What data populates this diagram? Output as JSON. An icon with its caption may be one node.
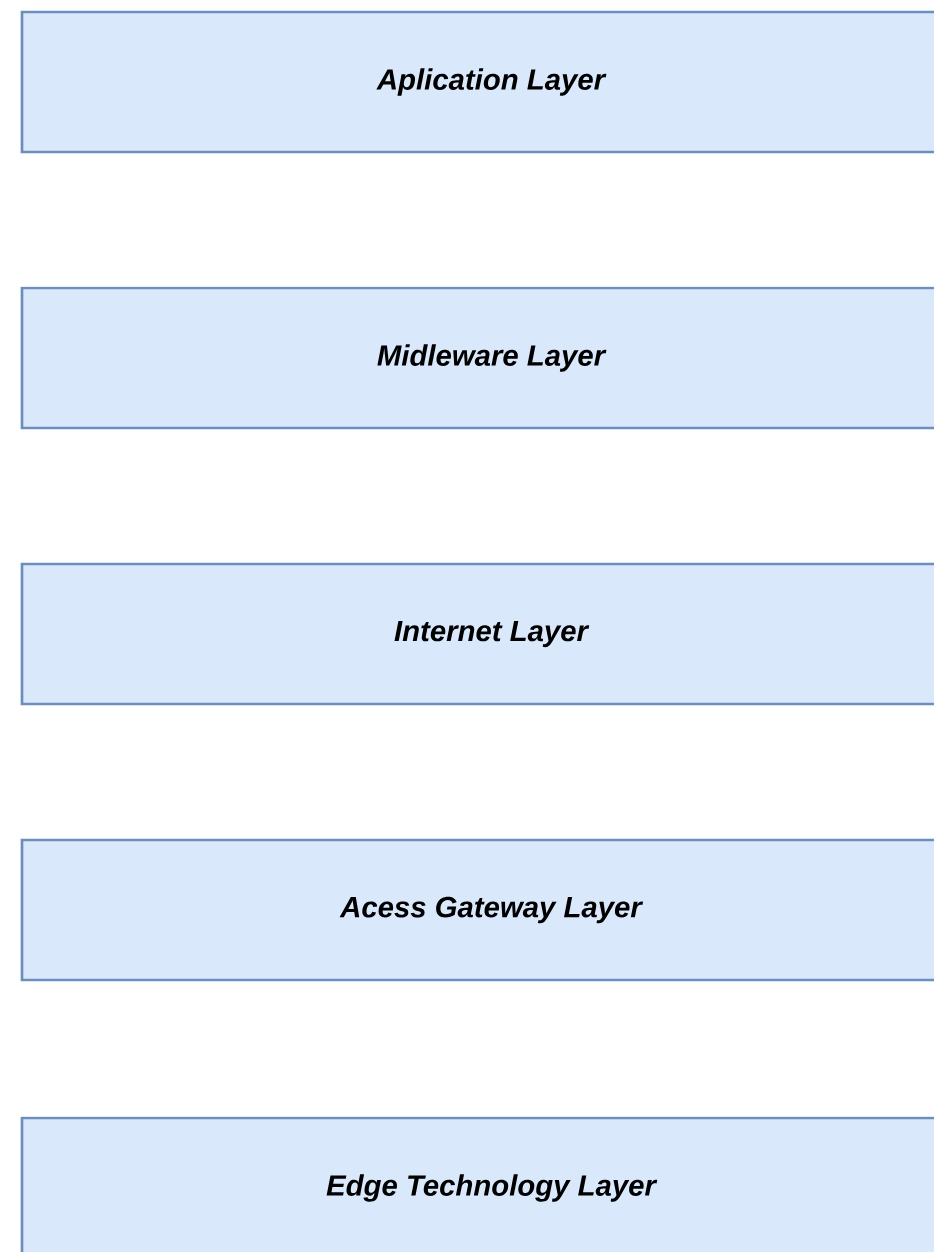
{
  "diagram": {
    "nodes": [
      {
        "text": [
          "Aplication Layer"
        ]
      },
      {
        "text": [
          "Midleware Layer"
        ]
      },
      {
        "text": [
          "Internet Layer"
        ]
      },
      {
        "text": [
          "Acess Gateway Layer"
        ]
      },
      {
        "text": [
          "Edge Technology Layer"
        ]
      }
    ]
  }
}
